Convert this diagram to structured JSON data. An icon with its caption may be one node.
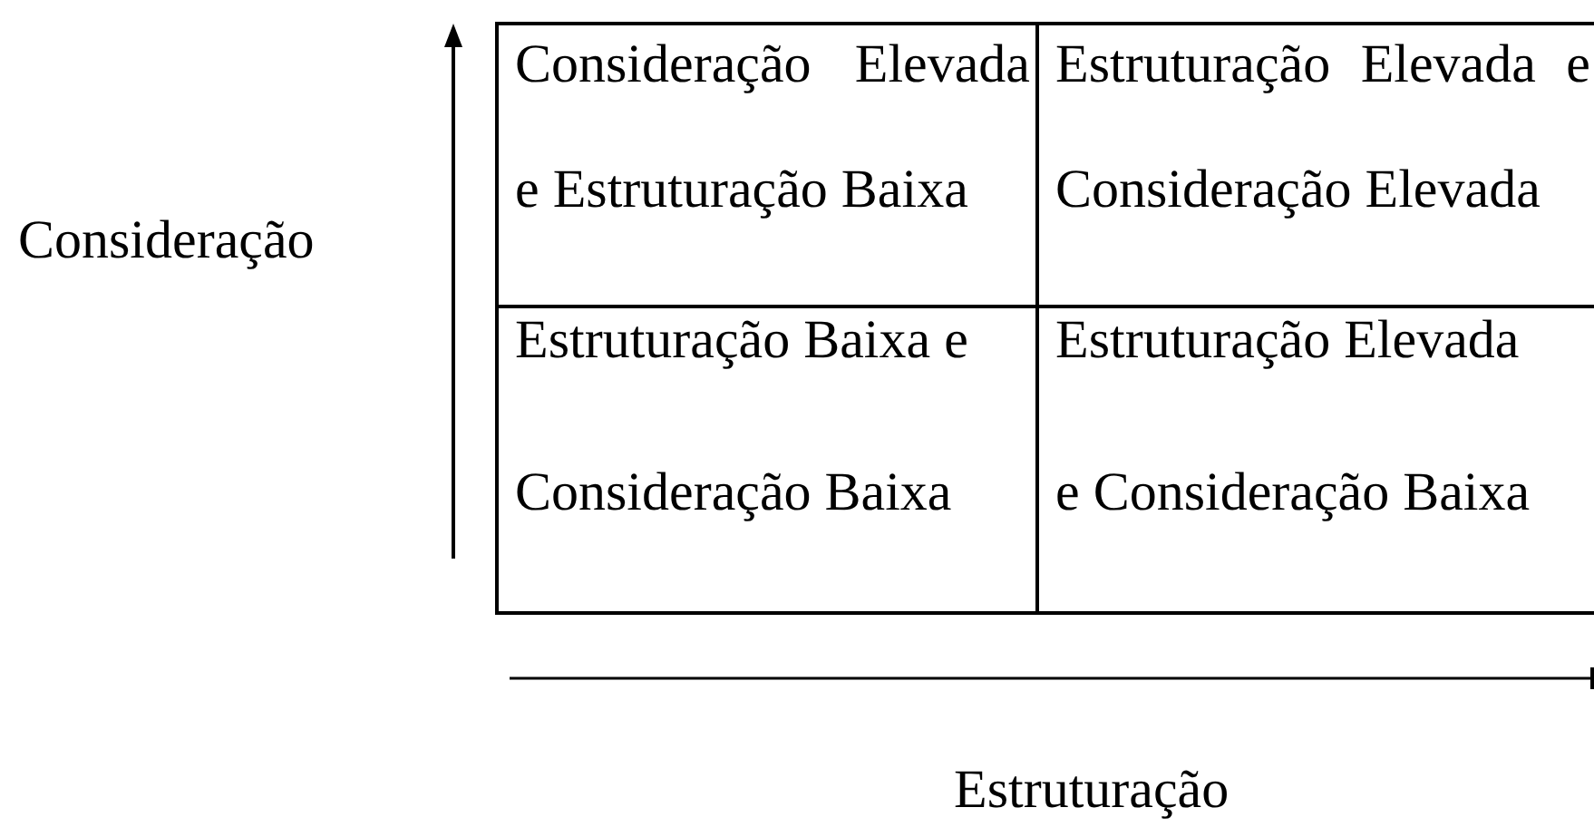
{
  "diagram": {
    "nodes": [
      {
        "text": [
          "Consideração Elevada e Estruturação Baixa"
        ]
      },
      {
        "text": [
          "Estruturação Elevada e Consideração Elevada"
        ]
      },
      {
        "text": [
          "Estruturação Baixa e Consideração Baixa"
        ]
      },
      {
        "text": [
          "Estruturação Elevada e Consideração Baixa"
        ]
      }
    ],
    "labels": [
      "Consideração",
      "Estruturação"
    ]
  }
}
